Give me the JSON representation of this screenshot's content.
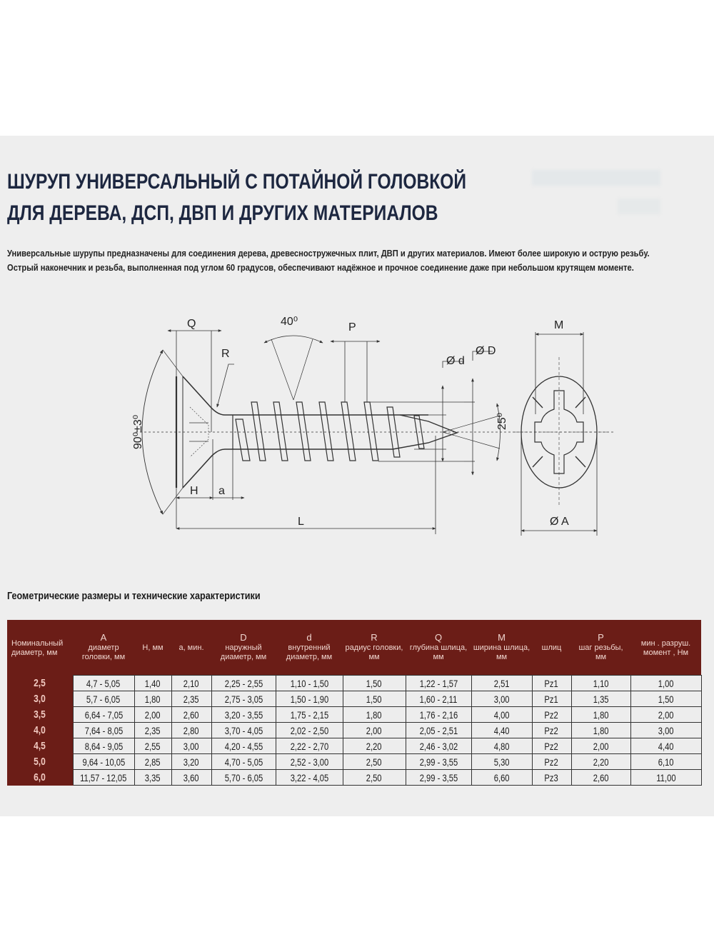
{
  "header": {
    "title_line1": "ШУРУП УНИВЕРСАЛЬНЫЙ С ПОТАЙНОЙ ГОЛОВКОЙ",
    "title_line2": "ДЛЯ ДЕРЕВА, ДСП, ДВП И ДРУГИХ МАТЕРИАЛОВ",
    "description_line1": "Универсальные шурупы предназначены для соединения дерева, древесностружечных плит, ДВП и других материалов. Имеют более широкую и острую резьбу.",
    "description_line2": "Острый наконечник  и  резьба, выполненная под углом 60 градусов, обеспечивают надёжное и прочное соединение даже при небольшом крутящем моменте."
  },
  "diagram": {
    "labels": {
      "Q": "Q",
      "R": "R",
      "angle_thread": "40⁰",
      "P": "P",
      "d": "Ø d",
      "D": "Ø D",
      "angle_head": "90⁰±3⁰",
      "angle_tip": "25⁰",
      "H": "H",
      "a": "a",
      "L": "L",
      "M": "M",
      "A": "Ø A"
    }
  },
  "table": {
    "subtitle": "Геометрические размеры и технические характеристики",
    "columns": [
      {
        "symbol": "",
        "label": "Номинальный диаметр, мм"
      },
      {
        "symbol": "A",
        "label": "диаметр головки, мм"
      },
      {
        "symbol": "",
        "label": "H, мм"
      },
      {
        "symbol": "",
        "label": "a, мин."
      },
      {
        "symbol": "D",
        "label": "наружный диаметр, мм"
      },
      {
        "symbol": "d",
        "label": "внутренний диаметр, мм"
      },
      {
        "symbol": "R",
        "label": "радиус головки, мм"
      },
      {
        "symbol": "Q",
        "label": "глубина шлица, мм"
      },
      {
        "symbol": "M",
        "label": "ширина шлица, мм"
      },
      {
        "symbol": "",
        "label": "шлиц"
      },
      {
        "symbol": "P",
        "label": "шаг резьбы, мм"
      },
      {
        "symbol": "",
        "label": "мин . разруш. момент , Нм"
      }
    ],
    "rows": [
      [
        "2,5",
        "4,7 - 5,05",
        "1,40",
        "2,10",
        "2,25 - 2,55",
        "1,10 - 1,50",
        "1,50",
        "1,22 - 1,57",
        "2,51",
        "Pz1",
        "1,10",
        "1,00"
      ],
      [
        "3,0",
        "5,7 - 6,05",
        "1,80",
        "2,35",
        "2,75 - 3,05",
        "1,50 - 1,90",
        "1,50",
        "1,60 - 2,11",
        "3,00",
        "Pz1",
        "1,35",
        "1,50"
      ],
      [
        "3,5",
        "6,64 - 7,05",
        "2,00",
        "2,60",
        "3,20 - 3,55",
        "1,75 - 2,15",
        "1,80",
        "1,76 - 2,16",
        "4,00",
        "Pz2",
        "1,80",
        "2,00"
      ],
      [
        "4,0",
        "7,64 - 8,05",
        "2,35",
        "2,80",
        "3,70 - 4,05",
        "2,02 - 2,50",
        "2,00",
        "2,05 - 2,51",
        "4,40",
        "Pz2",
        "1,80",
        "3,00"
      ],
      [
        "4,5",
        "8,64 - 9,05",
        "2,55",
        "3,00",
        "4,20 - 4,55",
        "2,22 - 2,70",
        "2,20",
        "2,46 - 3,02",
        "4,80",
        "Pz2",
        "2,00",
        "4,40"
      ],
      [
        "5,0",
        "9,64 - 10,05",
        "2,85",
        "3,20",
        "4,70 - 5,05",
        "2,52 - 3,00",
        "2,50",
        "2,99 - 3,55",
        "5,30",
        "Pz2",
        "2,20",
        "6,10"
      ],
      [
        "6,0",
        "11,57 - 12,05",
        "3,35",
        "3,60",
        "5,70 - 6,05",
        "3,22 - 4,05",
        "2,50",
        "2,99 - 3,55",
        "6,60",
        "Pz3",
        "2,60",
        "11,00"
      ]
    ]
  },
  "colors": {
    "title": "#1d2740",
    "table_header_bg": "#6b1d17",
    "table_header_text": "#f0d6cf",
    "sheet_bg": "#eeeeee"
  }
}
